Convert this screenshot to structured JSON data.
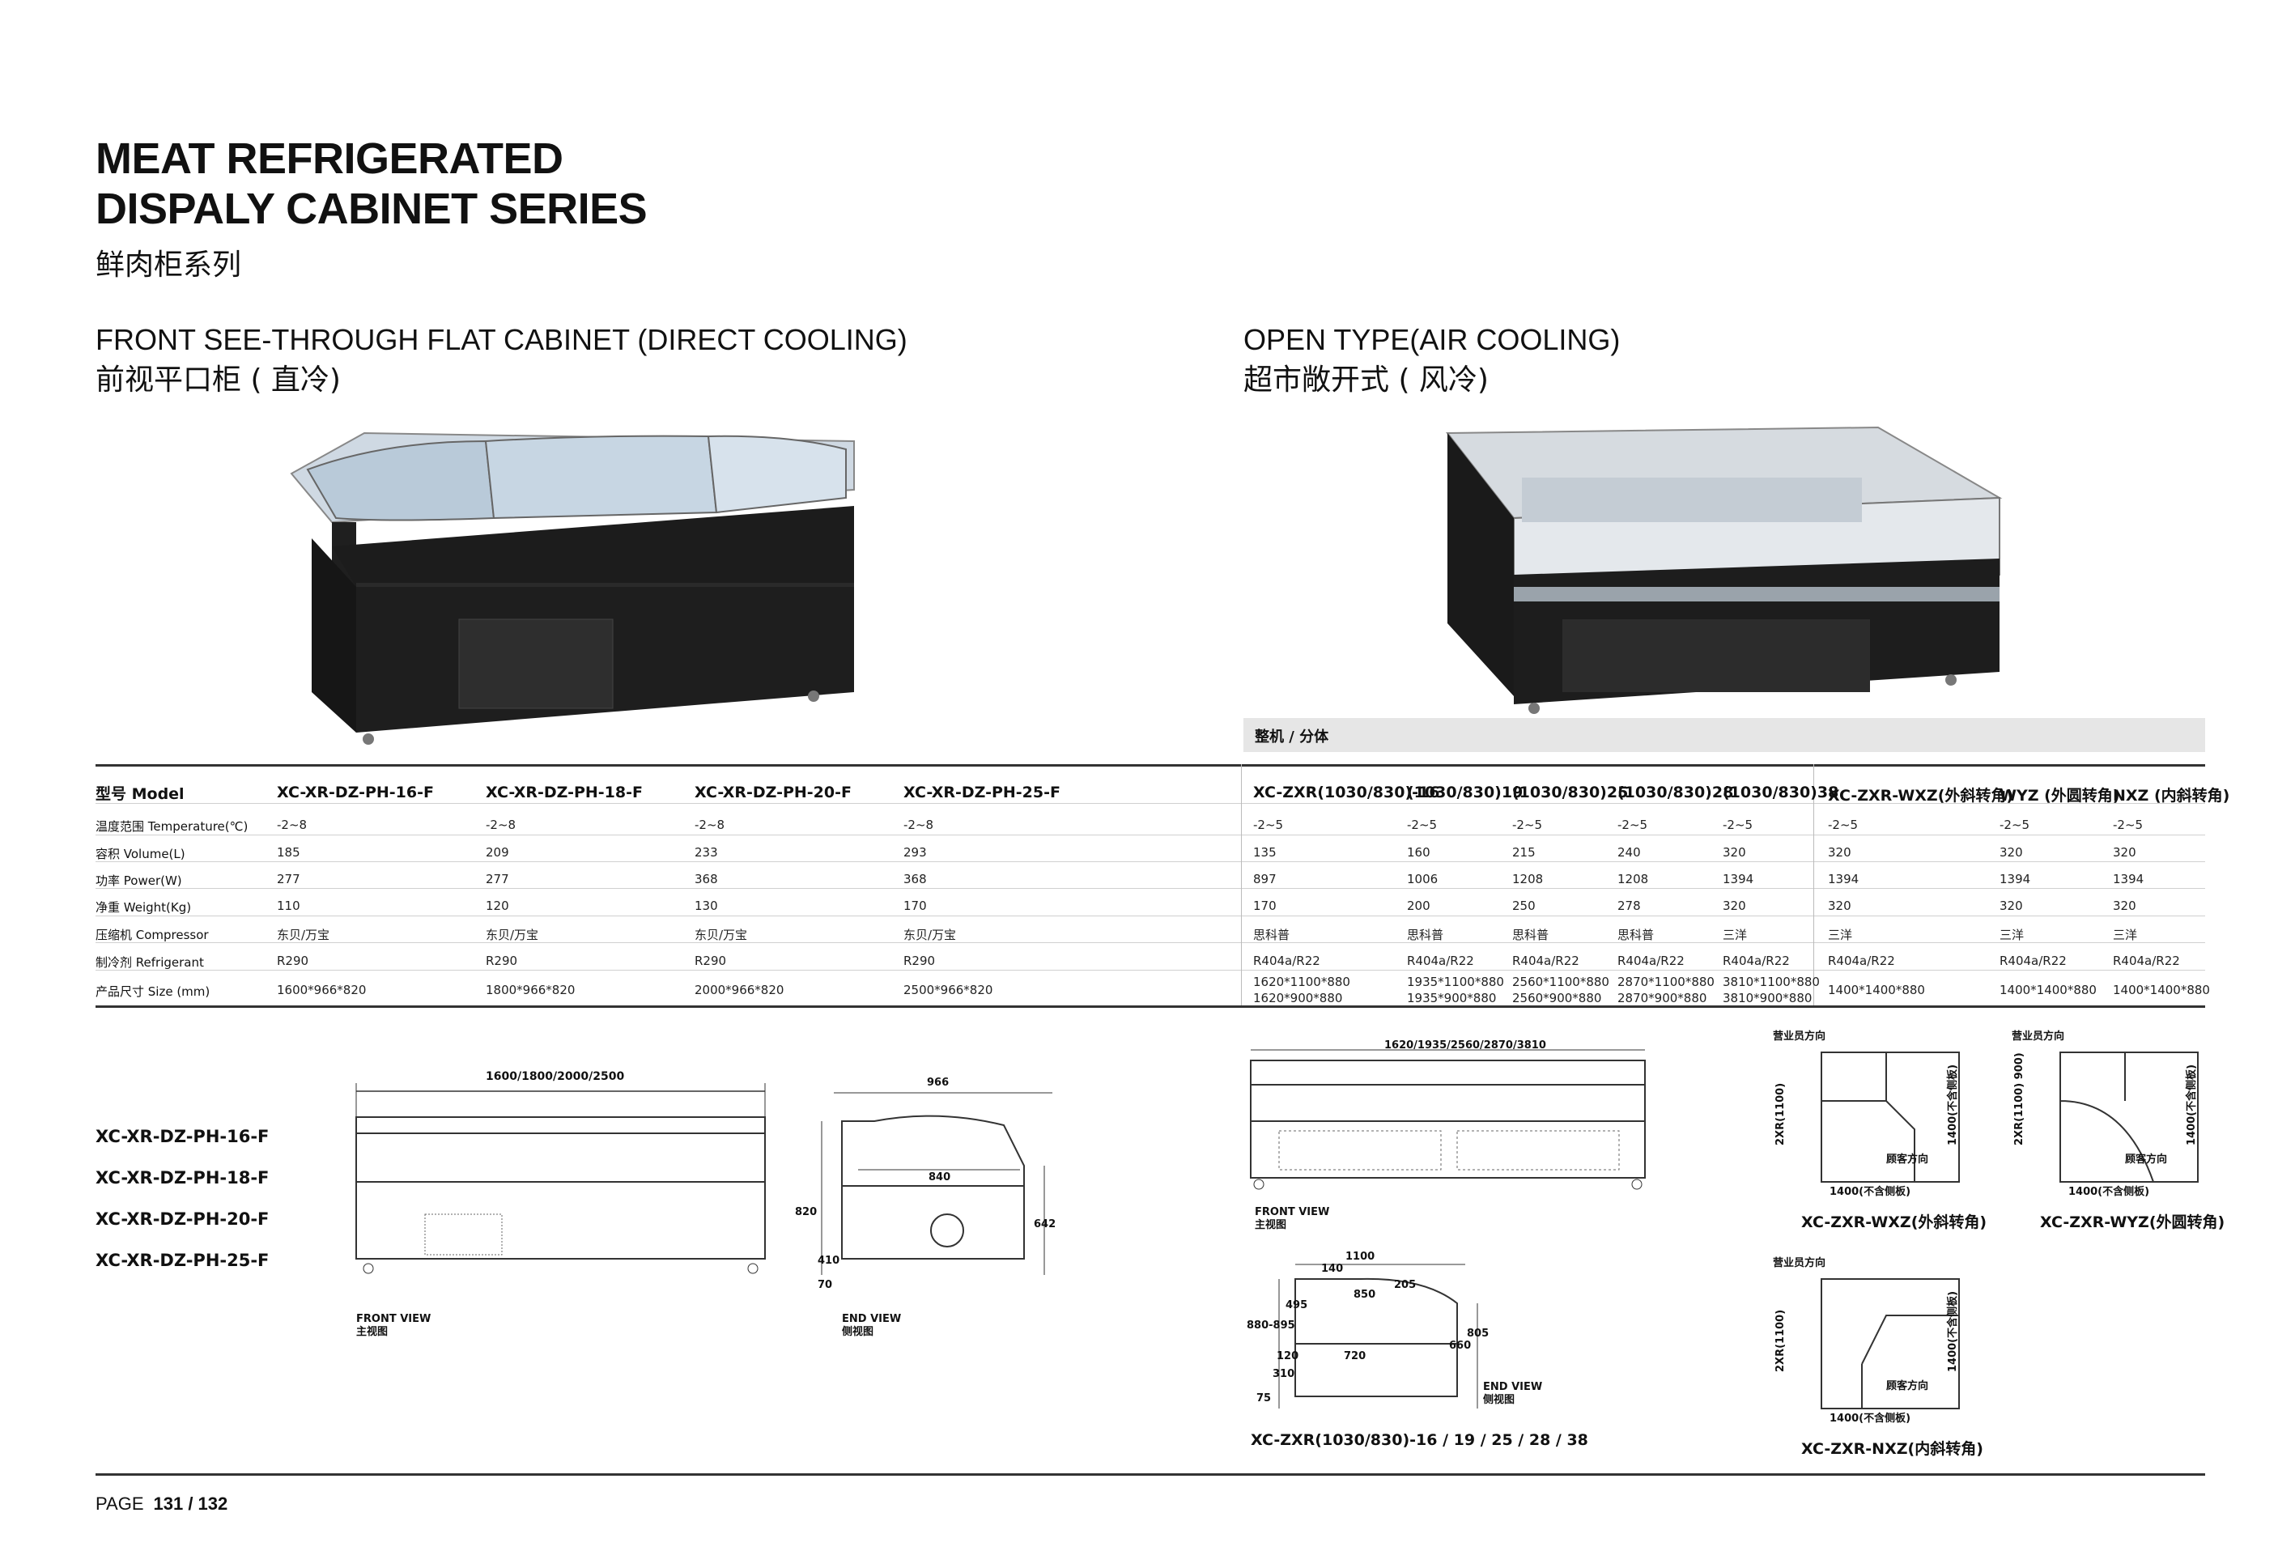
{
  "header": {
    "title_line1": "MEAT REFRIGERATED",
    "title_line2": "DISPALY CABINET SERIES",
    "title_cn": "鲜肉柜系列"
  },
  "section_left": {
    "title_en": "FRONT SEE-THROUGH FLAT CABINET (DIRECT COOLING)",
    "title_cn": "前视平口柜 ( 直冷)"
  },
  "section_right": {
    "title_en": "OPEN TYPE(AIR COOLING)",
    "title_cn": "超市敞开式 ( 风冷)"
  },
  "subbar_label": "整机 / 分体",
  "table": {
    "header_label": "型号 Model",
    "models": [
      "XC-XR-DZ-PH-16-F",
      "XC-XR-DZ-PH-18-F",
      "XC-XR-DZ-PH-20-F",
      "XC-XR-DZ-PH-25-F",
      "XC-ZXR(1030/830)-16",
      "(1030/830)19",
      "(1030/830)25",
      "(1030/830)28",
      "(1030/830)38",
      "XC-ZXR-WXZ(外斜转角)",
      "WYZ (外圆转角)",
      "NXZ (内斜转角)"
    ],
    "rows": [
      {
        "label": "温度范围 Temperature(℃)",
        "values": [
          "-2~8",
          "-2~8",
          "-2~8",
          "-2~8",
          "-2~5",
          "-2~5",
          "-2~5",
          "-2~5",
          "-2~5",
          "-2~5",
          "-2~5",
          "-2~5"
        ]
      },
      {
        "label": "容积 Volume(L)",
        "values": [
          "185",
          "209",
          "233",
          "293",
          "135",
          "160",
          "215",
          "240",
          "320",
          "320",
          "320",
          "320"
        ]
      },
      {
        "label": "功率 Power(W)",
        "values": [
          "277",
          "277",
          "368",
          "368",
          "897",
          "1006",
          "1208",
          "1208",
          "1394",
          "1394",
          "1394",
          "1394"
        ]
      },
      {
        "label": "净重 Weight(Kg)",
        "values": [
          "110",
          "120",
          "130",
          "170",
          "170",
          "200",
          "250",
          "278",
          "320",
          "320",
          "320",
          "320"
        ]
      },
      {
        "label": "压缩机 Compressor",
        "values": [
          "东贝/万宝",
          "东贝/万宝",
          "东贝/万宝",
          "东贝/万宝",
          "思科普",
          "思科普",
          "思科普",
          "思科普",
          "三洋",
          "三洋",
          "三洋",
          "三洋"
        ]
      },
      {
        "label": "制冷剂 Refrigerant",
        "values": [
          "R290",
          "R290",
          "R290",
          "R290",
          "R404a/R22",
          "R404a/R22",
          "R404a/R22",
          "R404a/R22",
          "R404a/R22",
          "R404a/R22",
          "R404a/R22",
          "R404a/R22"
        ]
      }
    ],
    "size_row": {
      "label": "产品尺寸 Size (mm)",
      "values": [
        [
          "1600*966*820"
        ],
        [
          "1800*966*820"
        ],
        [
          "2000*966*820"
        ],
        [
          "2500*966*820"
        ],
        [
          "1620*1100*880",
          "1620*900*880"
        ],
        [
          "1935*1100*880",
          "1935*900*880"
        ],
        [
          "2560*1100*880",
          "2560*900*880"
        ],
        [
          "2870*1100*880",
          "2870*900*880"
        ],
        [
          "3810*1100*880",
          "3810*900*880"
        ],
        [
          "1400*1400*880"
        ],
        [
          "1400*1400*880"
        ],
        [
          "1400*1400*880"
        ]
      ]
    }
  },
  "left_drawings": {
    "model_list": [
      "XC-XR-DZ-PH-16-F",
      "XC-XR-DZ-PH-18-F",
      "XC-XR-DZ-PH-20-F",
      "XC-XR-DZ-PH-25-F"
    ],
    "front_dim": "1600/1800/2000/2500",
    "front_view_en": "FRONT VIEW",
    "front_view_cn": "主视图",
    "end_dims": {
      "width": "966",
      "inner": "840",
      "height": "820",
      "mid": "410",
      "base": "70",
      "right": "642"
    },
    "end_view_en": "END VIEW",
    "end_view_cn": "侧视图"
  },
  "right_drawings": {
    "front_dim": "1620/1935/2560/2870/3810",
    "front_view_en": "FRONT VIEW",
    "front_view_cn": "主视图",
    "end_dims": {
      "top": "1100",
      "d140": "140",
      "d850": "850",
      "d205": "205",
      "left": "880-895",
      "d495": "495",
      "d120": "120",
      "d720": "720",
      "d310": "310",
      "d75": "75",
      "d660": "660",
      "d805": "805"
    },
    "end_view_en": "END VIEW",
    "end_view_cn": "侧视图",
    "model_caption": "XC-ZXR(1030/830)-16 / 19 / 25 / 28 / 38",
    "corners": [
      {
        "caption": "XC-ZXR-WXZ(外斜转角)",
        "top": "营业员方向",
        "customer": "顾客方向",
        "bottom": "1400(不含侧板)",
        "left": "2XR(1100)",
        "right": "1400(不含侧板)"
      },
      {
        "caption": "XC-ZXR-WYZ(外圆转角)",
        "top": "营业员方向",
        "customer": "顾客方向",
        "bottom": "1400(不含侧板)",
        "left": "2XR(1100) 900)",
        "right": "1400(不含侧板)"
      },
      {
        "caption": "XC-ZXR-NXZ(内斜转角)",
        "top": "营业员方向",
        "customer": "顾客方向",
        "bottom": "1400(不含侧板)",
        "left": "2XR(1100)",
        "right": "1400(不含侧板)"
      }
    ]
  },
  "footer": {
    "page_label": "PAGE",
    "page_num": "131 / 132"
  }
}
